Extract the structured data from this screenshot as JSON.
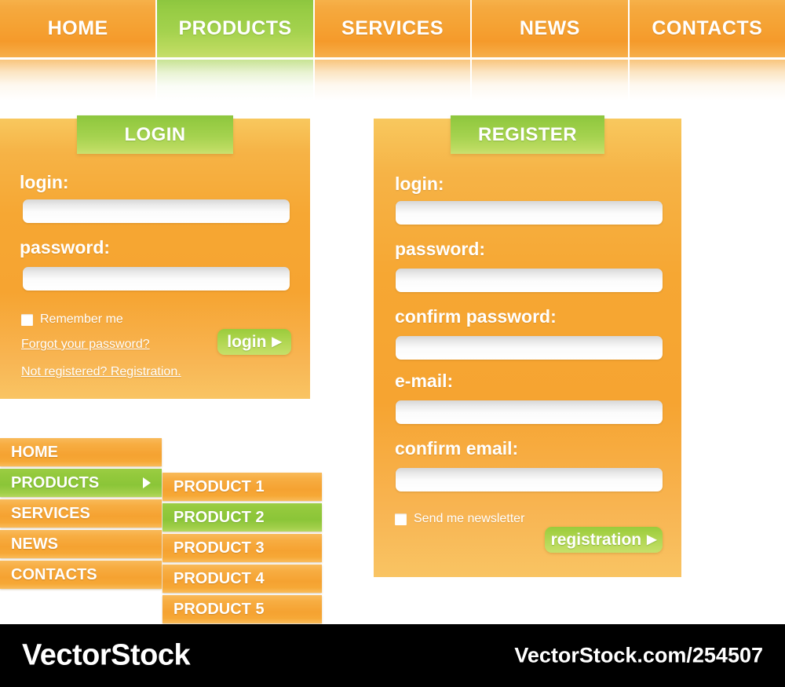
{
  "topnav": {
    "items": [
      {
        "label": "HOME",
        "active": false
      },
      {
        "label": "PRODUCTS",
        "active": true
      },
      {
        "label": "SERVICES",
        "active": false
      },
      {
        "label": "NEWS",
        "active": false
      },
      {
        "label": "CONTACTS",
        "active": false
      }
    ]
  },
  "login_panel": {
    "title": "LOGIN",
    "login_label": "login:",
    "login_value": "",
    "login_placeholder": "",
    "password_label": "password:",
    "password_value": "",
    "password_placeholder": "",
    "remember_label": "Remember me",
    "remember_checked": false,
    "forgot_link": "Forgot your password?",
    "register_link": "Not registered? Registration.",
    "submit_label": "login",
    "submit_arrow": "▶"
  },
  "register_panel": {
    "title": "REGISTER",
    "login_label": "login:",
    "login_value": "",
    "password_label": "password:",
    "password_value": "",
    "confirm_password_label": "confirm password:",
    "confirm_password_value": "",
    "email_label": "e-mail:",
    "email_value": "",
    "confirm_email_label": "confirm email:",
    "confirm_email_value": "",
    "newsletter_label": "Send me newsletter",
    "newsletter_checked": false,
    "submit_label": "registration",
    "submit_arrow": "▶"
  },
  "sidebar": {
    "items": [
      {
        "label": "HOME",
        "active": false,
        "has_arrow": false
      },
      {
        "label": "PRODUCTS",
        "active": true,
        "has_arrow": true
      },
      {
        "label": "SERVICES",
        "active": false,
        "has_arrow": false
      },
      {
        "label": "NEWS",
        "active": false,
        "has_arrow": false
      },
      {
        "label": "CONTACTS",
        "active": false,
        "has_arrow": false
      }
    ]
  },
  "submenu": {
    "items": [
      {
        "label": "PRODUCT 1",
        "active": false
      },
      {
        "label": "PRODUCT 2",
        "active": true
      },
      {
        "label": "PRODUCT 3",
        "active": false
      },
      {
        "label": "PRODUCT 4",
        "active": false
      },
      {
        "label": "PRODUCT 5",
        "active": false
      }
    ]
  },
  "watermark": {
    "brand": "VectorStock",
    "url": "VectorStock.com/254507"
  },
  "colors": {
    "orange": "#f5a231",
    "orange_light": "#f8c85e",
    "green": "#8cc63e",
    "green_light": "#cbe070",
    "white": "#ffffff",
    "black": "#000000"
  }
}
